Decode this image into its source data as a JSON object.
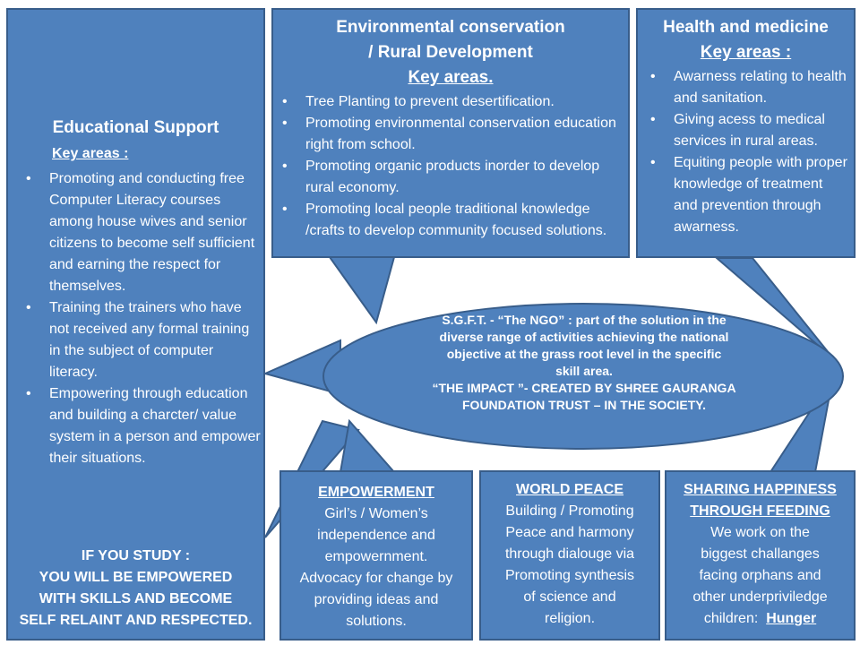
{
  "colors": {
    "box_fill": "#4f81bd",
    "box_border": "#385d8a",
    "text": "#ffffff"
  },
  "education": {
    "title": "Educational Support",
    "subtitle": "Key areas :",
    "items": [
      "Promoting and  conducting free  Computer Literacy courses among house wives and senior citizens  to become self sufficient and earning the respect for themselves.",
      "Training the trainers  who have not received  any formal  training in the subject of computer literacy.",
      " Empowering  through education and building a charcter/ value system in a person and empower their situations."
    ],
    "footer_lines": [
      "IF YOU STUDY :",
      "YOU WILL BE EMPOWERED",
      "WITH SKILLS AND BECOME",
      "SELF RELAINT AND RESPECTED."
    ]
  },
  "environment": {
    "title_line1": "Environmental conservation",
    "title_line2": "/ Rural Development",
    "subtitle": "Key areas.",
    "items": [
      "Tree Planting to prevent desertification.",
      "Promoting environmental conservation education right from school.",
      "Promoting organic products inorder to develop rural economy.",
      "Promoting local  people traditional knowledge /crafts  to develop community focused solutions."
    ]
  },
  "health": {
    "title": "Health and medicine",
    "subtitle": "Key areas :",
    "items": [
      "Awarness relating to health and sanitation.",
      "Giving acess to medical services in rural areas.",
      "Equiting people with proper knowledge of treatment and prevention through awarness."
    ]
  },
  "center": {
    "line1": "S.G.F.T. - “The NGO” : part of the solution in the",
    "line2": "diverse range of activities achieving the national",
    "line3": "objective at the grass root level in the specific",
    "line4": "skill area.",
    "line5": "“THE IMPACT ”- CREATED BY SHREE GAURANGA",
    "line6": "FOUNDATION TRUST – IN THE SOCIETY."
  },
  "empowerment": {
    "title": "EMPOWERMENT",
    "lines": [
      "Girl’s / Women’s",
      "independence and",
      "empowernment.",
      "Advocacy for change by",
      "providing ideas and",
      "solutions."
    ]
  },
  "world_peace": {
    "title": "WORLD PEACE",
    "lines": [
      "Building / Promoting",
      "Peace and harmony",
      "through dialouge via",
      "Promoting synthesis",
      "of science and",
      "religion."
    ]
  },
  "sharing": {
    "title_line1": "SHARING HAPPINESS",
    "title_line2": "THROUGH FEEDING",
    "lines": [
      "We work on the",
      "biggest challanges",
      "facing orphans and",
      "other underpriviledge"
    ],
    "last_line_prefix": "children:  ",
    "last_line_emphasis": "Hunger"
  }
}
